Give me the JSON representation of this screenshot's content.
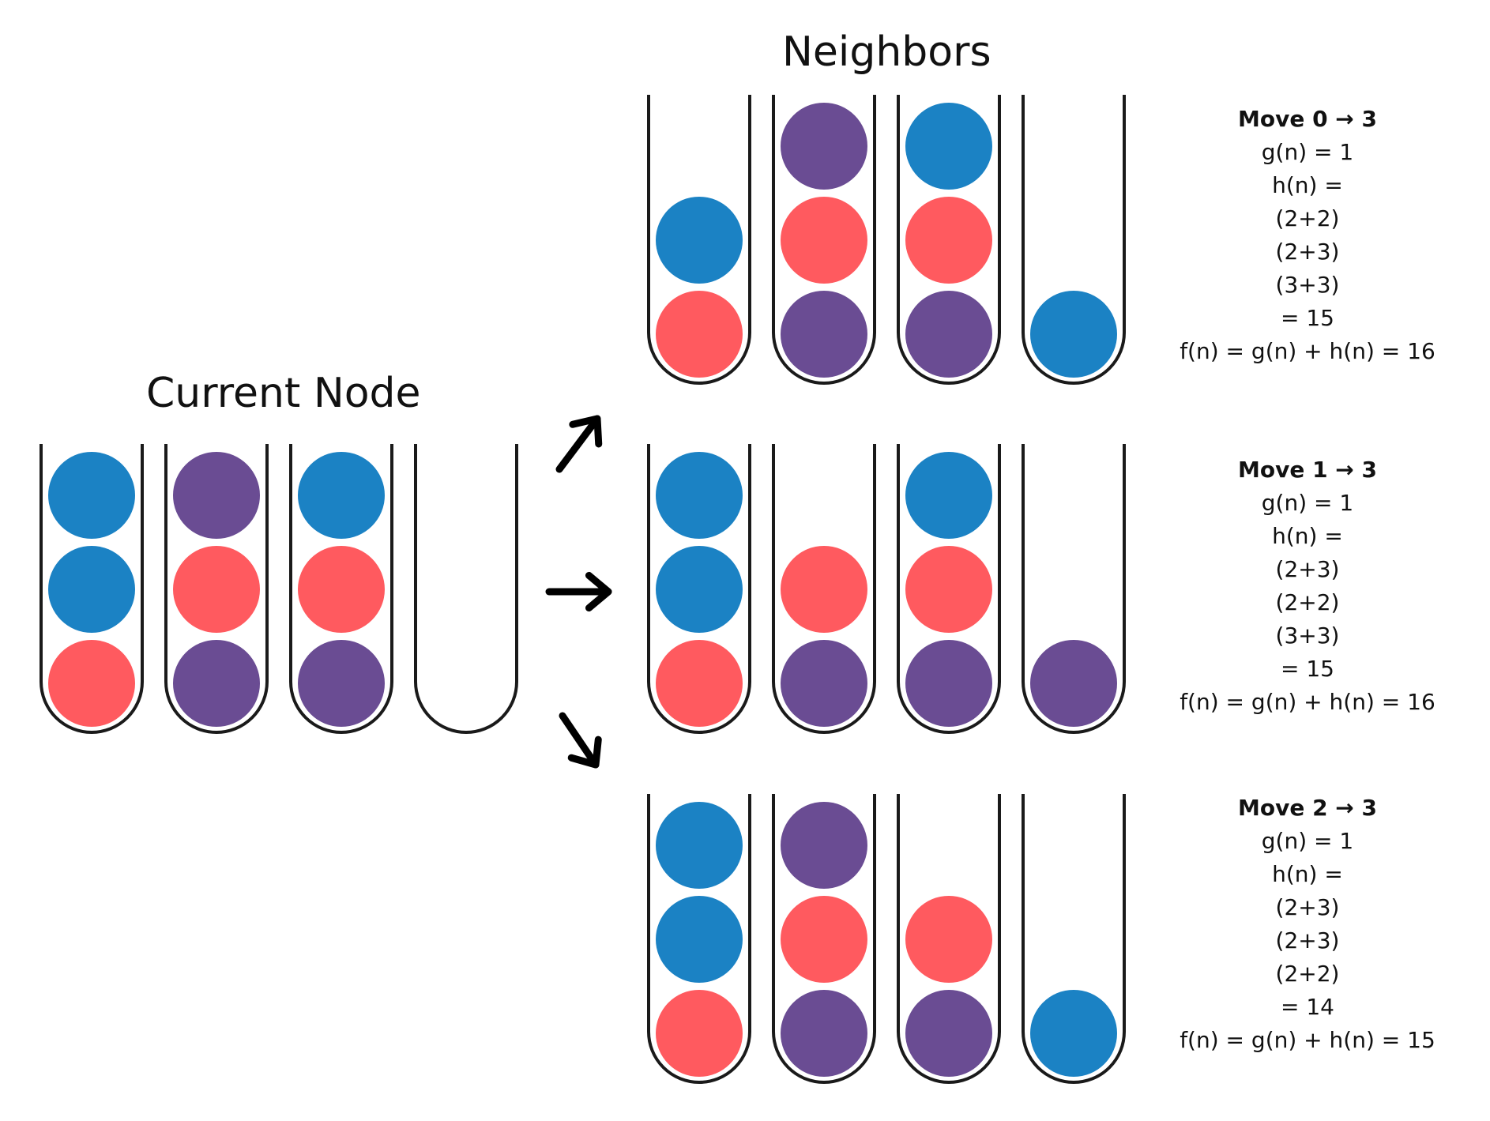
{
  "titles": {
    "current": "Current Node",
    "neighbors": "Neighbors"
  },
  "colors": {
    "blue": "#1B82C4",
    "red": "#FF5A5F",
    "purple": "#6A4C93",
    "outline": "#1a1a1a"
  },
  "current_node": {
    "tubes": [
      [
        "red",
        "blue",
        "blue"
      ],
      [
        "purple",
        "red",
        "purple"
      ],
      [
        "purple",
        "red",
        "blue"
      ],
      []
    ]
  },
  "arrows": [
    "arrow-up-right",
    "arrow-right",
    "arrow-down-right"
  ],
  "neighbors": [
    {
      "tubes": [
        [
          "red",
          "blue"
        ],
        [
          "purple",
          "red",
          "purple"
        ],
        [
          "purple",
          "red",
          "blue"
        ],
        [
          "blue"
        ]
      ],
      "move": "Move 0 → 3",
      "g": "g(n) = 1",
      "h_label": "h(n) =",
      "h_terms": [
        "(2+2)",
        "(2+3)",
        "(3+3)"
      ],
      "h_total": "= 15",
      "f": "f(n) = g(n) + h(n) = 16"
    },
    {
      "tubes": [
        [
          "red",
          "blue",
          "blue"
        ],
        [
          "purple",
          "red"
        ],
        [
          "purple",
          "red",
          "blue"
        ],
        [
          "purple"
        ]
      ],
      "move": "Move 1 → 3",
      "g": "g(n) = 1",
      "h_label": "h(n) =",
      "h_terms": [
        "(2+3)",
        "(2+2)",
        "(3+3)"
      ],
      "h_total": "= 15",
      "f": "f(n) = g(n) + h(n) = 16"
    },
    {
      "tubes": [
        [
          "red",
          "blue",
          "blue"
        ],
        [
          "purple",
          "red",
          "purple"
        ],
        [
          "purple",
          "red"
        ],
        [
          "blue"
        ]
      ],
      "move": "Move 2 → 3",
      "g": "g(n) = 1",
      "h_label": "h(n) =",
      "h_terms": [
        "(2+3)",
        "(2+3)",
        "(2+2)"
      ],
      "h_total": "= 14",
      "f": "f(n) = g(n) + h(n) = 15"
    }
  ]
}
